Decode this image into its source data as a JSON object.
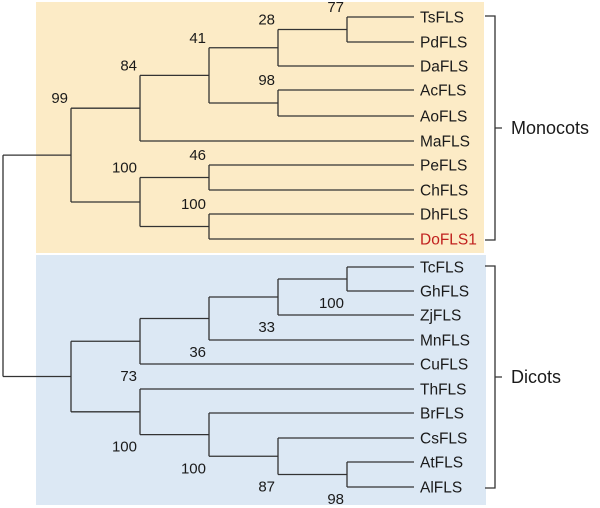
{
  "title": "FLS phylogenetic tree",
  "colors": {
    "monocot_band": "#fcebc6",
    "dicot_band": "#dce8f4",
    "highlight": "#c0201e",
    "line": "#333333"
  },
  "groups": [
    {
      "label": "Monocots",
      "first_leaf": 0,
      "last_leaf": 9
    },
    {
      "label": "Dicots",
      "first_leaf": 10,
      "last_leaf": 19
    }
  ],
  "leaves": [
    {
      "label": "TsFLS"
    },
    {
      "label": "PdFLS"
    },
    {
      "label": "DaFLS"
    },
    {
      "label": "AcFLS"
    },
    {
      "label": "AoFLS"
    },
    {
      "label": "MaFLS"
    },
    {
      "label": "PeFLS"
    },
    {
      "label": "ChFLS"
    },
    {
      "label": "DhFLS"
    },
    {
      "label": "DoFLS1",
      "highlight": true
    },
    {
      "label": "TcFLS"
    },
    {
      "label": "GhFLS"
    },
    {
      "label": "ZjFLS"
    },
    {
      "label": "MnFLS"
    },
    {
      "label": "CuFLS"
    },
    {
      "label": "ThFLS"
    },
    {
      "label": "BrFLS"
    },
    {
      "label": "CsFLS"
    },
    {
      "label": "AtFLS"
    },
    {
      "label": "AlFLS"
    }
  ],
  "tree": {
    "support": null,
    "children": [
      {
        "support": "99",
        "children": [
          {
            "support": "84",
            "children": [
              {
                "support": "41",
                "children": [
                  {
                    "support": "28",
                    "children": [
                      {
                        "support": "77",
                        "children": [
                          {
                            "leaf": 0
                          },
                          {
                            "leaf": 1
                          }
                        ]
                      },
                      {
                        "leaf": 2
                      }
                    ]
                  },
                  {
                    "support": "98",
                    "children": [
                      {
                        "leaf": 3
                      },
                      {
                        "leaf": 4
                      }
                    ]
                  }
                ]
              },
              {
                "leaf": 5
              }
            ]
          },
          {
            "support": "100",
            "children": [
              {
                "support": "46",
                "children": [
                  {
                    "leaf": 6
                  },
                  {
                    "leaf": 7
                  }
                ]
              },
              {
                "support": "100",
                "children": [
                  {
                    "leaf": 8
                  },
                  {
                    "leaf": 9
                  }
                ]
              }
            ]
          }
        ]
      },
      {
        "support": null,
        "children": [
          {
            "support": "73",
            "children": [
              {
                "support": "36",
                "children": [
                  {
                    "support": "33",
                    "children": [
                      {
                        "support": "100",
                        "children": [
                          {
                            "leaf": 10
                          },
                          {
                            "leaf": 11
                          }
                        ]
                      },
                      {
                        "leaf": 12
                      }
                    ]
                  },
                  {
                    "leaf": 13
                  }
                ]
              },
              {
                "leaf": 14
              }
            ]
          },
          {
            "support": "100",
            "children": [
              {
                "leaf": 15
              },
              {
                "support": "100",
                "children": [
                  {
                    "leaf": 16
                  },
                  {
                    "support": "87",
                    "children": [
                      {
                        "leaf": 17
                      },
                      {
                        "support": "98",
                        "children": [
                          {
                            "leaf": 18
                          },
                          {
                            "leaf": 19
                          }
                        ]
                      }
                    ]
                  }
                ]
              }
            ]
          }
        ]
      }
    ]
  }
}
